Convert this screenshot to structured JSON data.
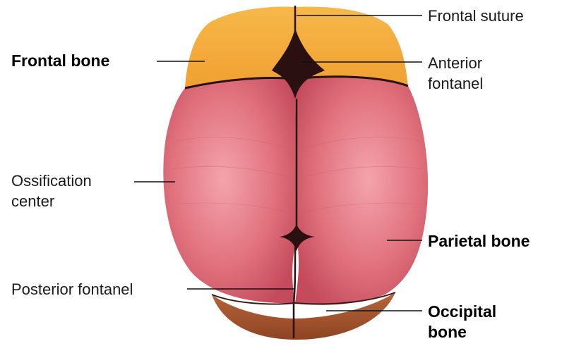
{
  "labels": {
    "frontal_suture": "Frontal suture",
    "frontal_bone": "Frontal bone",
    "anterior_fontanel": [
      "Anterior",
      "fontanel"
    ],
    "ossification_center": [
      "Ossification",
      "center"
    ],
    "parietal_bone": "Parietal bone",
    "posterior_fontanel": "Posterior fontanel",
    "occipital_bone": [
      "Occipital",
      "bone"
    ]
  },
  "colors": {
    "frontal": "#f2a93b",
    "parietal": "#e26b78",
    "occipital": "#a8572f",
    "fontanel": "#2a1010",
    "leader": "#111111"
  }
}
